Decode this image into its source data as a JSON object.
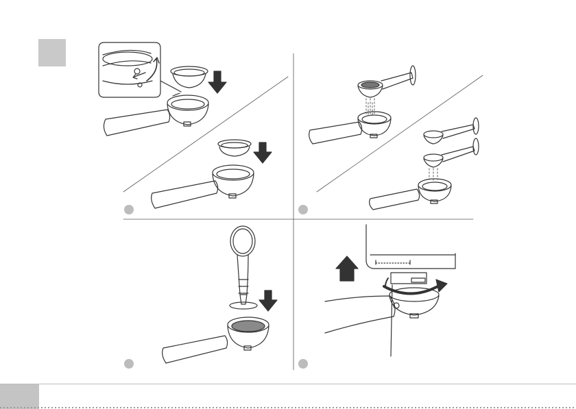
{
  "page": {
    "section_tab_color": "#c9c9c9",
    "footer_tab_color": "#c4c4c4",
    "line_color": "#333333",
    "fill_color": "#ffffff"
  },
  "panels": [
    {
      "id": "step-1",
      "icons": [
        "filter-holder-icon",
        "single-filter-icon",
        "insert-arrow-icon",
        "rotate-lock-icon",
        "double-filter-icon"
      ]
    },
    {
      "id": "step-2",
      "icons": [
        "measuring-spoon-icon",
        "ground-coffee-icon",
        "filter-holder-icon"
      ]
    },
    {
      "id": "step-3",
      "icons": [
        "tamper-icon",
        "press-arrow-icon",
        "filter-holder-icon"
      ]
    },
    {
      "id": "step-4",
      "icons": [
        "machine-group-head-icon",
        "up-arrow-icon",
        "rotate-arrow-icon",
        "filter-holder-icon"
      ]
    }
  ]
}
